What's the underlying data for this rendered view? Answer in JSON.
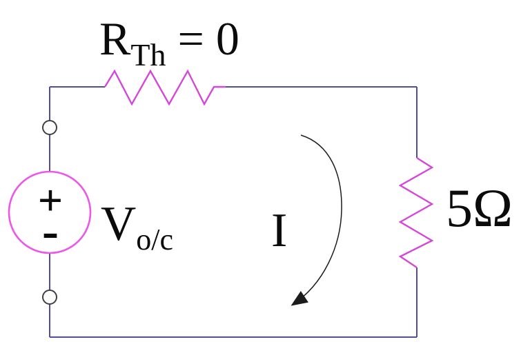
{
  "diagram": {
    "type": "circuit-schematic",
    "description": "Thevenin equivalent circuit with zero Thevenin resistance driving a 5 ohm load"
  },
  "labels": {
    "thevenin_resistor": {
      "base": "R",
      "sub": "Th",
      "suffix": " = 0"
    },
    "source_voltage": {
      "base": "V",
      "sub": "o/c"
    },
    "source_plus": "+",
    "source_minus": "-",
    "loop_current": "I",
    "load_resistor": "5Ω"
  },
  "colors": {
    "background": "#ffffff",
    "wire": "#504d9c",
    "resistor": "#d447d8",
    "source_outline": "#ec57e8",
    "terminal_outline": "#3f3f3f",
    "terminal_fill": "#ffffff",
    "current_arrow": "#1c1c1c",
    "text": "#0b0b0b"
  }
}
